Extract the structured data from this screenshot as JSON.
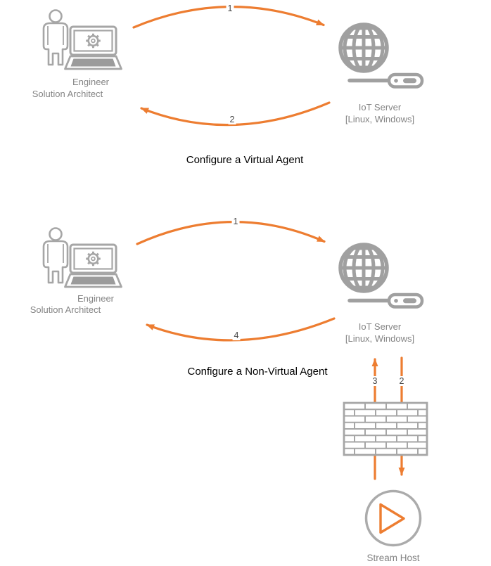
{
  "colors": {
    "accent_orange": "#ED7D31",
    "icon_gray": "#A6A6A6",
    "globe_gray": "#A0A0A0",
    "keyboard_gray": "#9B9B9B",
    "label_gray": "#848484",
    "number_gray": "#464646",
    "title_black": "#000000"
  },
  "sections": [
    {
      "title": "Configure a Virtual Agent",
      "actor_label_1": "Engineer",
      "actor_label_2": "Solution Architect",
      "server_label_1": "IoT Server",
      "server_label_2": "[Linux, Windows]",
      "arrow_out_num": "1",
      "arrow_back_num": "2"
    },
    {
      "title": "Configure a Non-Virtual Agent",
      "actor_label_1": "Engineer",
      "actor_label_2": "Solution Architect",
      "server_label_1": "IoT Server",
      "server_label_2": "[Linux, Windows]",
      "arrow_out_num": "1",
      "arrow_back_num": "4"
    }
  ],
  "firewall_flow": {
    "up_arrow_num": "3",
    "down_arrow_num": "2",
    "stream_host_label": "Stream Host"
  },
  "icons": {
    "actor": "engineer-laptop-icon",
    "server": "iot-globe-dongle-icon",
    "firewall": "firewall-brick-icon",
    "stream_host": "play-circle-icon"
  }
}
